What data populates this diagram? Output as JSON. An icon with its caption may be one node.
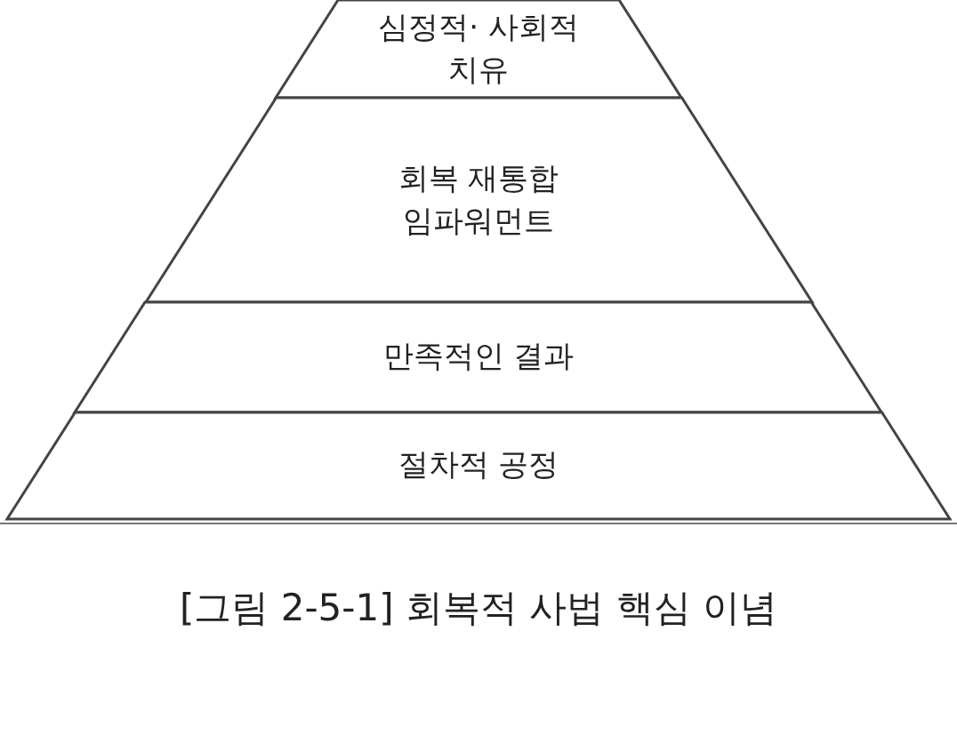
{
  "diagram": {
    "caption": "[그림 2-5-1] 회복적 사법 핵심 이념",
    "nodes": [
      {
        "text": [
          "심정적· 사회적 치유"
        ]
      },
      {
        "text": [
          "회복 재통합 임파워먼트"
        ]
      },
      {
        "text": [
          "만족적인 결과"
        ]
      },
      {
        "text": [
          "절차적 공정"
        ]
      }
    ]
  }
}
